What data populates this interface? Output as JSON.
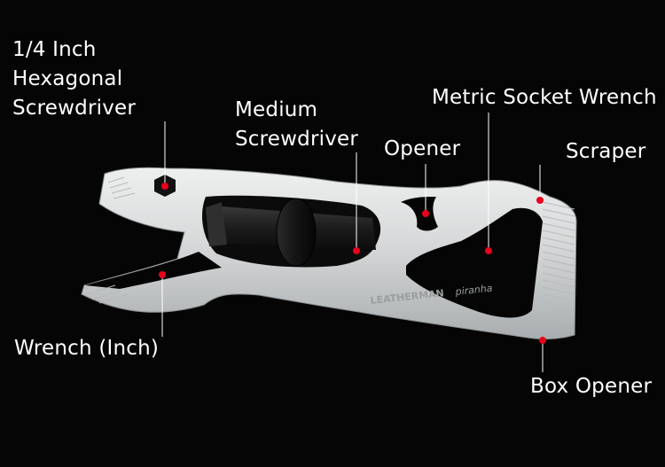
{
  "brand": {
    "name": "LEATHERMAN",
    "model": "piranha"
  },
  "colors": {
    "background": "#050505",
    "label_text": "#ffffff",
    "callout_line": "#ffffff",
    "marker": "#e8001c",
    "tool_body": "#d7d9da",
    "bit_holder": "#1b1b1b"
  },
  "labels": {
    "hex_screwdriver": {
      "line1": "1/4 Inch",
      "line2": "Hexagonal",
      "line3": "Screwdriver"
    },
    "medium_screwdriver": {
      "line1": "Medium",
      "line2": "Screwdriver"
    },
    "opener": "Opener",
    "metric_socket_wrench": "Metric Socket Wrench",
    "scraper": "Scraper",
    "wrench_inch": "Wrench (Inch)",
    "box_opener": "Box Opener"
  }
}
